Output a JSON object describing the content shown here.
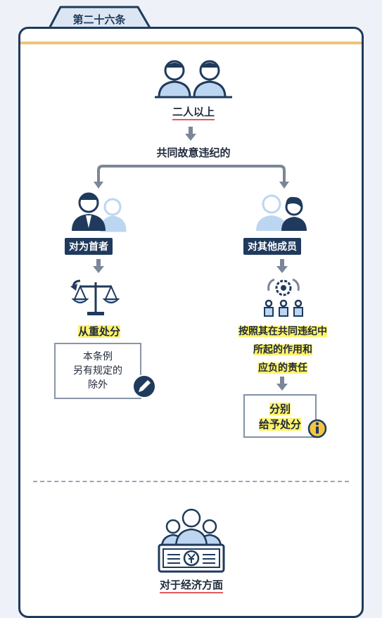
{
  "article": {
    "title": "第二十六条"
  },
  "top": {
    "label": "二人以上",
    "sub": "共同故意违纪的"
  },
  "left": {
    "who": "对为首者",
    "result": "从重处分",
    "note_lines": [
      "本条例",
      "另有规定的",
      "除外"
    ]
  },
  "right": {
    "who": "对其他成员",
    "result_lines": [
      "按照其在共同违纪中",
      "所起的作用和",
      "应负的责任"
    ],
    "outcome_lines": [
      "分别",
      "给予处分"
    ]
  },
  "bottom": {
    "label": "对于经济方面"
  },
  "colors": {
    "navy": "#1f3a5c",
    "light_blue": "#bcd6f2",
    "yellow": "#fff36e",
    "red": "#e55a5a"
  }
}
